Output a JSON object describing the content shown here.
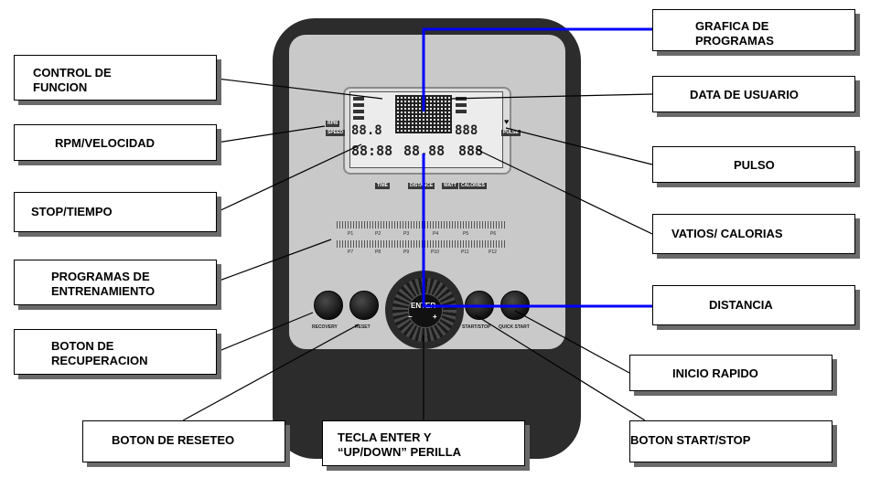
{
  "callouts": {
    "control_funcion": {
      "line1": "CONTROL DE",
      "line2": "FUNCION"
    },
    "rpm_velocidad": "RPM/VELOCIDAD",
    "stop_tiempo": "STOP/TIEMPO",
    "programas": {
      "line1": "PROGRAMAS DE",
      "line2": "ENTRENAMIENTO"
    },
    "boton_recuperacion": {
      "line1": "BOTON DE",
      "line2": "RECUPERACION"
    },
    "boton_reseteo": "BOTON DE RESETEO",
    "tecla_enter": {
      "line1": "TECLA ENTER Y",
      "line2": "“UP/DOWN” PERILLA"
    },
    "boton_start_stop": "BOTON START/STOP",
    "inicio_rapido": "INICIO RAPIDO",
    "distancia": "DISTANCIA",
    "vatios_calorias": "VATIOS/ CALORIAS",
    "pulso": "PULSO",
    "data_usuario": "DATA DE USUARIO",
    "grafica": {
      "line1": "GRAFICA DE",
      "line2": "PROGRAMAS"
    }
  },
  "console": {
    "rpm_label": "RPM",
    "speed_label": "SPEED",
    "pulse_label": "PULSE",
    "heart_icon": "heart-icon",
    "lcd_digits_left": "88.8",
    "lcd_digits_time": "88:88",
    "lcd_digits_dist": "88.88",
    "lcd_digits_right_top": "888",
    "lcd_digits_right_bottom": "888",
    "under_lcd": {
      "time": "TIME",
      "distance": "DISTANCE",
      "watt": "WATT",
      "calories": "CALORIES"
    },
    "programs_row1": [
      "P1",
      "P2",
      "P3",
      "P4",
      "P5",
      "P6"
    ],
    "programs_row2": [
      "P7",
      "P8",
      "P9",
      "P10",
      "P11",
      "P12"
    ],
    "buttons": {
      "recovery": "RECOVERY",
      "reset": "RESET",
      "start_stop": "START/STOP",
      "quick_start": "QUICK START"
    },
    "knob": {
      "enter": "ENTER",
      "minus": "−",
      "plus": "+"
    }
  },
  "colors": {
    "callout_line": "#000000",
    "highlight_line": "#0000ff",
    "console_frame": "#2c2c2c",
    "console_face": "#c9c9c9"
  }
}
